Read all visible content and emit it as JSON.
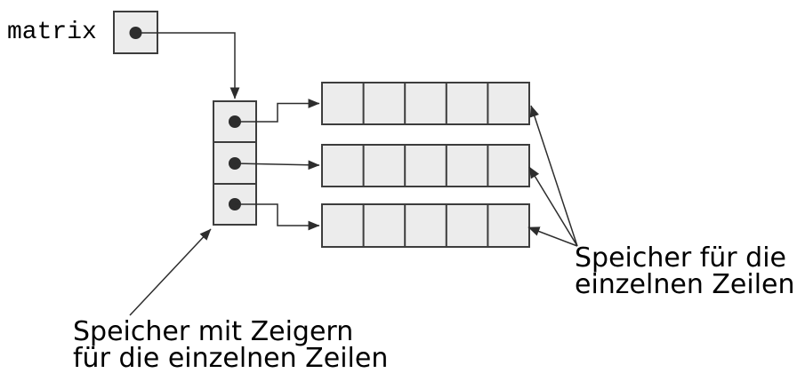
{
  "diagram": {
    "matrix_label": "matrix",
    "structure": {
      "pointer_array_cells": 3,
      "row_count": 3,
      "cells_per_row": 5
    },
    "labels": {
      "rows_label": [
        "Speicher für die",
        "einzelnen Zeilen"
      ],
      "pointers_label": [
        "Speicher mit Zeigern",
        "für die einzelnen Zeilen"
      ]
    },
    "colors": {
      "box_fill": "#ececec",
      "box_border": "#3d3d3d",
      "line": "#2d2d2d",
      "text": "#000000",
      "background": "#ffffff"
    }
  }
}
